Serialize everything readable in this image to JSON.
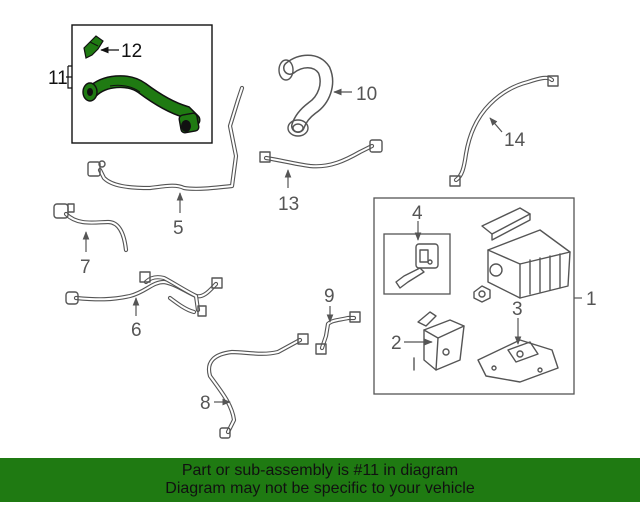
{
  "diagram": {
    "callouts": {
      "c1": "1",
      "c2": "2",
      "c3": "3",
      "c4": "4",
      "c5": "5",
      "c6": "6",
      "c7": "7",
      "c8": "8",
      "c9": "9",
      "c10": "10",
      "c11": "11",
      "c12": "12",
      "c13": "13",
      "c14": "14"
    },
    "highlight_color": "#1f7a12"
  },
  "banner": {
    "line1": "Part or sub-assembly is #11 in diagram",
    "line2": "Diagram may not be specific to your vehicle",
    "background": "#1f7a12"
  }
}
